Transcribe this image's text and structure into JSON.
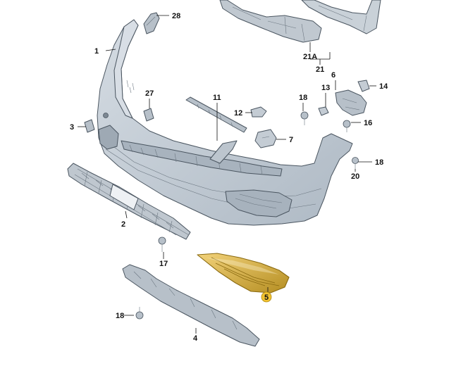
{
  "diagram": {
    "callouts": {
      "c1": "1",
      "c2": "2",
      "c3": "3",
      "c4": "4",
      "c5": "5",
      "c6": "6",
      "c7": "7",
      "c11": "11",
      "c12": "12",
      "c13": "13",
      "c14": "14",
      "c16": "16",
      "c17": "17",
      "c18a": "18",
      "c18b": "18",
      "c18c": "18",
      "c20": "20",
      "c21": "21",
      "c21a": "21A",
      "c27": "27",
      "c28": "28"
    },
    "colors": {
      "bumper_fill": "#c3ccd5",
      "bumper_shade": "#a9b4bf",
      "part_grey": "#b7c0c9",
      "grille_fill": "#b9c2cb",
      "trim_gold": "#d9b24a",
      "trim_gold_dark": "#a98418",
      "highlight_circle": "#f2c230"
    },
    "highlighted_part": "5"
  }
}
